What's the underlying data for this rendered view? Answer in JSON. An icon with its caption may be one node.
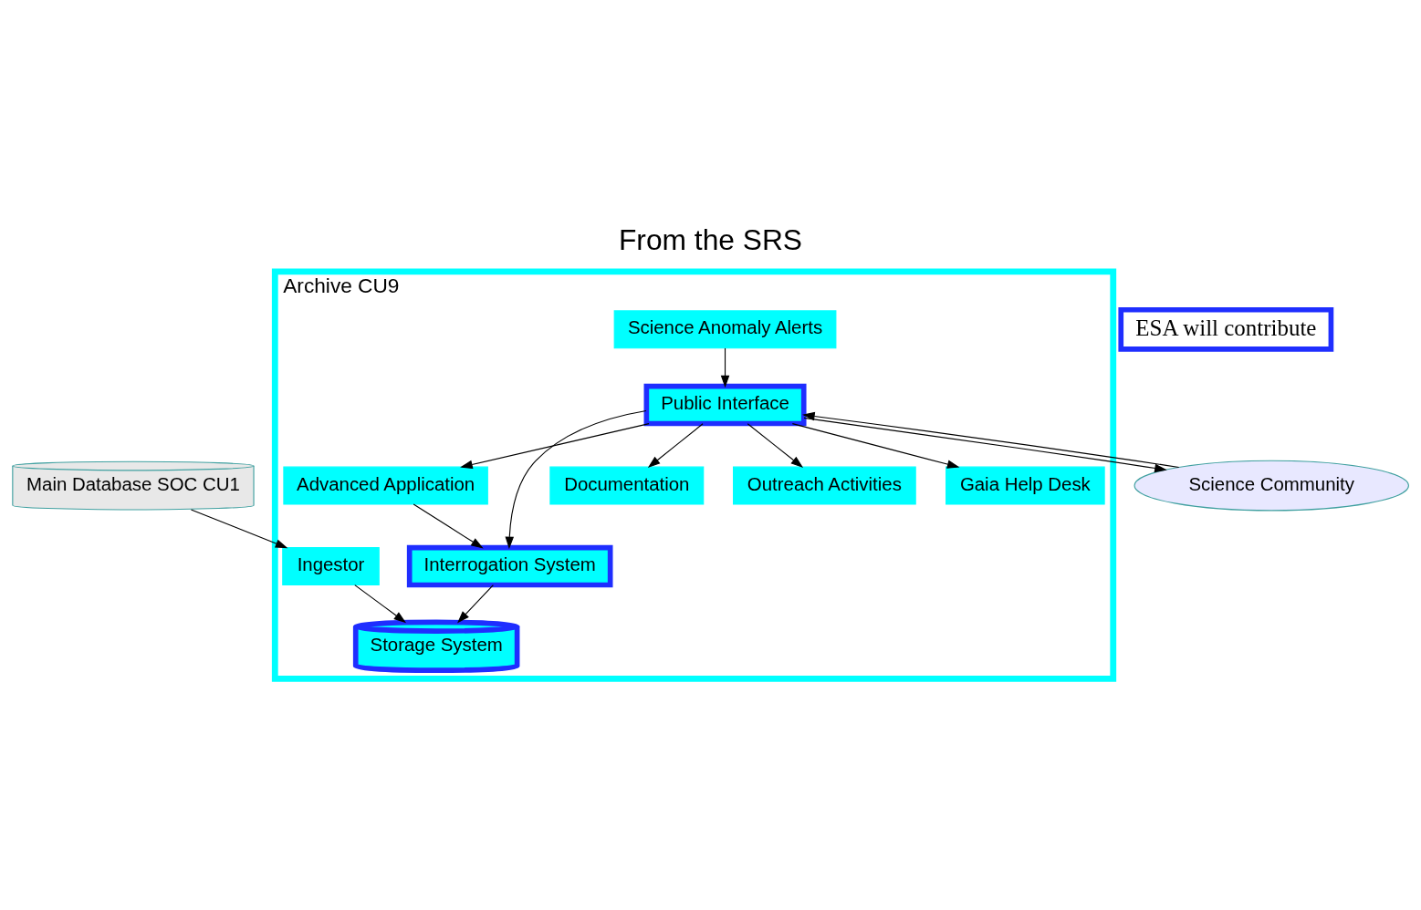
{
  "diagram": {
    "title": "From the SRS",
    "nodes": [
      {
        "text": [
          "Main Database SOC CU1"
        ]
      },
      {
        "text": [
          "Archive CU9"
        ]
      },
      {
        "text": [
          "Ingestor"
        ],
        "in": 1
      },
      {
        "text": [
          "Storage System"
        ],
        "in": 1
      },
      {
        "text": [
          "Advanced Application"
        ],
        "in": 1
      },
      {
        "text": [
          "Interrogation System"
        ],
        "in": 1
      },
      {
        "text": [
          "Documentation"
        ],
        "in": 1
      },
      {
        "text": [
          "Public Interface"
        ],
        "in": 1
      },
      {
        "text": [
          "Science Anomaly Alerts"
        ],
        "in": 1
      },
      {
        "text": [
          "Outreach Activities"
        ],
        "in": 1
      },
      {
        "text": [
          "Gaia Help Desk"
        ],
        "in": 1
      },
      {
        "text": [
          "Science Community"
        ]
      }
    ],
    "edges": [
      {
        "from": 0,
        "to": 2,
        "arrow": "to"
      },
      {
        "from": 2,
        "to": 3,
        "arrow": "to"
      },
      {
        "from": 5,
        "to": 3,
        "arrow": "to"
      },
      {
        "from": 4,
        "to": 5,
        "arrow": "to"
      },
      {
        "from": 7,
        "to": 4,
        "arrow": "to"
      },
      {
        "from": 7,
        "to": 5,
        "arrow": "to"
      },
      {
        "from": 7,
        "to": 6,
        "arrow": "to"
      },
      {
        "from": 8,
        "to": 7,
        "arrow": "to"
      },
      {
        "from": 7,
        "to": 9,
        "arrow": "to"
      },
      {
        "from": 7,
        "to": 10,
        "arrow": "to"
      },
      {
        "from": 7,
        "to": 11,
        "arrow": "to"
      },
      {
        "from": 11,
        "to": 7,
        "arrow": "to"
      }
    ],
    "legend": [
      {
        "text": "ESA will contribute",
        "color": "#1f2eff"
      }
    ]
  }
}
